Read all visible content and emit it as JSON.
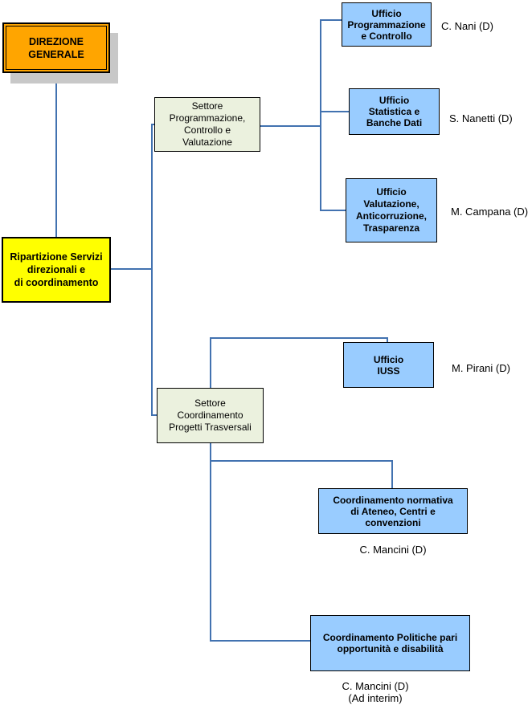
{
  "org_chart": {
    "root": {
      "label": "DIREZIONE\nGENERALE"
    },
    "ripartizione": {
      "label": "Ripartizione Servizi\ndirezionali e\ndi coordinamento"
    },
    "settori": [
      {
        "label": "Settore\nProgrammazione,\nControllo e\nValutazione"
      },
      {
        "label": "Settore\nCoordinamento\nProgetti Trasversali"
      }
    ],
    "uffici": [
      {
        "label": "Ufficio\nProgrammazione\ne Controllo",
        "manager": "C. Nani (D)"
      },
      {
        "label": "Ufficio\nStatistica e\nBanche Dati",
        "manager": "S. Nanetti (D)"
      },
      {
        "label": "Ufficio\nValutazione,\nAnticorruzione,\nTrasparenza",
        "manager": "M. Campana (D)"
      },
      {
        "label": "Ufficio\nIUSS",
        "manager": "M. Pirani (D)"
      },
      {
        "label": "Coordinamento normativa\ndi Ateneo, Centri e\nconvenzioni",
        "manager": "C. Mancini (D)"
      },
      {
        "label": "Coordinamento Politiche pari\nopportunità e disabilità",
        "manager": "C. Mancini (D)\n(Ad interim)"
      }
    ],
    "colors": {
      "root_fill": "#FFA500",
      "ripartizione_fill": "#FFFF00",
      "settore_fill": "#EBF1DE",
      "ufficio_fill": "#99CCFF",
      "connector": "#4272B0",
      "shadow": "#C8C8C8",
      "border": "#000000"
    }
  }
}
